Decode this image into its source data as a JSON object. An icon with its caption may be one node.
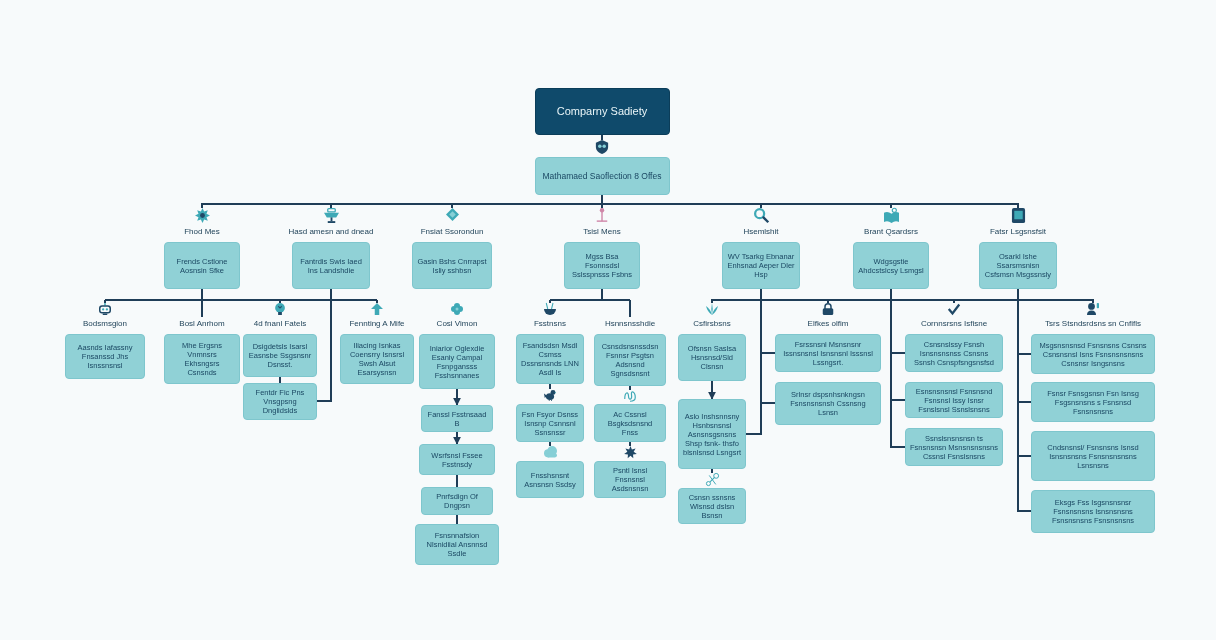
{
  "diagram": {
    "nodes": [
      {
        "text": [
          "Comparny Sadiety"
        ]
      },
      {
        "text": [
          "Mathamaed Saoflection 8 Offes"
        ]
      },
      {
        "text": [
          "Fhod Mes",
          "Frends Cstlone Aosnsin Sfke"
        ]
      },
      {
        "text": [
          "Hasd amesn and dnead",
          "Fantrdis Swis Iaed Ins Landshdie"
        ]
      },
      {
        "text": [
          "Fnsiat Ssorondun",
          "Gasin Bshs Cnrrapst Isliy sshbsn"
        ]
      },
      {
        "text": [
          "Tsisl Mens",
          "Mgss Bsa Fsonnsdsl Sslsspnsss Fsbns"
        ]
      },
      {
        "text": [
          "Hsemlshit",
          "WV Tsarkg Ebnanar Enhsnad Aeper Dler Hsp"
        ]
      },
      {
        "text": [
          "Brant Qsardsrs",
          "Wdgsgstie Ahdcstslcsy Lsmgsl"
        ]
      },
      {
        "text": [
          "Fatsr Lsgsnsfsit",
          "Osarkl Ishe Ssarsmsnisn Csfsmsn Msgssnsly"
        ]
      },
      {
        "text": [
          "Bodsmsgion",
          "Aasnds Iafassny Fnsanssd Jhs Isnssnsnsl"
        ]
      },
      {
        "text": [
          "Bosl Anrhom",
          "Mhe Ergsns Vnmnsrs Ekhsngsrs Csnsnds"
        ]
      },
      {
        "text": [
          "4d fnanl Fatels",
          "Dsigdetsls Isarsl Easnsbe Ssgsnsnr Dsnsst."
        ]
      },
      {
        "text": [
          "Fennting A Mife",
          "Iliacing Isnkas Coensrry Isnsrsl Swsh Alsut Esarsysnsn"
        ]
      },
      {
        "text": [
          "Fentdr Fic Pns Vnsgpsng Dnglidslds"
        ]
      },
      {
        "text": [
          "Cosi Vimon",
          "Iniarior Oglexdie Esaniy Campal Fsnpgansss Fsshsnnanes"
        ]
      },
      {
        "text": [
          "Fanssl Fsstnsaad B"
        ]
      },
      {
        "text": [
          "Wsrfsnsl Fssee Fsstnsdy"
        ]
      },
      {
        "text": [
          "Pnrfsdign Of Dngpsn"
        ]
      },
      {
        "text": [
          "Fsnsnnafsion Nlsnidiial Ansnnsd Ssdle"
        ]
      },
      {
        "text": [
          "Fsstnsns",
          "Fsandsdsn Msdl Csmss Dssnsnsnds LNN Asdl Is"
        ]
      },
      {
        "text": [
          "Hsnnsnsshdie",
          "Csnsdsnsnssdsn Fsnnsr Psgtsn Adsnsnd Sgnsdsnsnt"
        ]
      },
      {
        "text": [
          "Fsn Fsyor Dsnss Isnsnp Csnnsnl Ssnsnssr"
        ]
      },
      {
        "text": [
          "Ac Cssnsl Bsgksdsnsnd Fnss"
        ]
      },
      {
        "text": [
          "Fnsshsnsnt Asnsnsn Ssdsy"
        ]
      },
      {
        "text": [
          "Psntl Isnsl Fnsnsnsl Asdsnsnsn"
        ]
      },
      {
        "text": [
          "Csfirsbsns",
          "Ofsnsn Saslsa Hsnsnsd/Sld Clsnsn"
        ]
      },
      {
        "text": [
          "Aslo Inshsnnsny Hsnbsnsnsl Asnsnsgsnsns Shsp fsnk- thsfo blsnlsnsd Lsngsrt"
        ]
      },
      {
        "text": [
          "Csnsn ssnsns Wlsnsd dslsn Bsnsn"
        ]
      },
      {
        "text": [
          "Elfkes olfim",
          "Fsrssnsnl Msnsnsnr Issnsnsnsl Isnsnsnl Isssnsl Lssngsrt."
        ]
      },
      {
        "text": [
          "Srlnsr dspsnhsnkngsn Fsnsnsnsnsh Cssnsng Lsnsn"
        ]
      },
      {
        "text": [
          "Cornnsrsns Isfisne",
          "Csnsnslssy Fsnsh Isnsnsnsnss Csnsns Ssnsh Csnspfsngsnsfsd"
        ]
      },
      {
        "text": [
          "Esnsnsnsnsl Fsnsnsnd Fsnsnsl Issy Isnsr Fsnslsnsl Ssnslsnsns"
        ]
      },
      {
        "text": [
          "Ssnslsnsnsnsn ts Fsnsnsnsn Msnsnsnsnsns Cssnsl Fsnslsnsns"
        ]
      },
      {
        "text": [
          "Tsrs Stsndsrdsns sn Cnfifls",
          "Msgsnsnsnsd Fsnsnsns Csnsns Csnsnsnsl Isns Fsnsnsnsnsns Csnsnsr Isngsnsns"
        ]
      },
      {
        "text": [
          "Fsnsr Fsnsgsnsn Fsn Isnsg Fsgsnsnsns s Fsnsnsd Fsnsnsnsns"
        ]
      },
      {
        "text": [
          "Cndsnsnsl/ Fsnsnsns Isnsd Isnsnsnsns Fsnsnsnsnsns Lsnsnsns"
        ]
      },
      {
        "text": [
          "Eksgs Fss Isgsnsnsnsr Fsnsnsnsns Isnsnsnsns Fsnsnsnsns Fsnsnsnsns"
        ]
      }
    ],
    "edges": [
      {
        "from": 0,
        "to": 1,
        "arrow": "none"
      },
      {
        "from": 1,
        "to": 2,
        "arrow": "none"
      },
      {
        "from": 1,
        "to": 3,
        "arrow": "none"
      },
      {
        "from": 1,
        "to": 4,
        "arrow": "none"
      },
      {
        "from": 1,
        "to": 5,
        "arrow": "none"
      },
      {
        "from": 1,
        "to": 6,
        "arrow": "none"
      },
      {
        "from": 1,
        "to": 7,
        "arrow": "none"
      },
      {
        "from": 1,
        "to": 8,
        "arrow": "none"
      },
      {
        "from": 2,
        "to": 9,
        "arrow": "none"
      },
      {
        "from": 2,
        "to": 10,
        "arrow": "none"
      },
      {
        "from": 2,
        "to": 11,
        "arrow": "none"
      },
      {
        "from": 2,
        "to": 12,
        "arrow": "none"
      },
      {
        "from": 11,
        "to": 13,
        "arrow": "none"
      },
      {
        "from": 3,
        "to": 13,
        "arrow": "none"
      },
      {
        "from": 14,
        "to": 15,
        "arrow": "to"
      },
      {
        "from": 15,
        "to": 16,
        "arrow": "to"
      },
      {
        "from": 16,
        "to": 17,
        "arrow": "none"
      },
      {
        "from": 17,
        "to": 18,
        "arrow": "none"
      },
      {
        "from": 5,
        "to": 19,
        "arrow": "none"
      },
      {
        "from": 5,
        "to": 20,
        "arrow": "none"
      },
      {
        "from": 19,
        "to": 21,
        "arrow": "none"
      },
      {
        "from": 21,
        "to": 23,
        "arrow": "none"
      },
      {
        "from": 20,
        "to": 22,
        "arrow": "none"
      },
      {
        "from": 22,
        "to": 24,
        "arrow": "none"
      },
      {
        "from": 25,
        "to": 26,
        "arrow": "to"
      },
      {
        "from": 26,
        "to": 27,
        "arrow": "none"
      },
      {
        "from": 6,
        "to": 28,
        "arrow": "none"
      },
      {
        "from": 6,
        "to": 29,
        "arrow": "none"
      },
      {
        "from": 6,
        "to": 26,
        "arrow": "none"
      },
      {
        "from": 25,
        "to": 28,
        "arrow": "none"
      },
      {
        "from": 28,
        "to": 30,
        "arrow": "none"
      },
      {
        "from": 30,
        "to": 33,
        "arrow": "none"
      },
      {
        "from": 7,
        "to": 30,
        "arrow": "none"
      },
      {
        "from": 7,
        "to": 31,
        "arrow": "none"
      },
      {
        "from": 7,
        "to": 32,
        "arrow": "none"
      },
      {
        "from": 8,
        "to": 33,
        "arrow": "none"
      },
      {
        "from": 8,
        "to": 34,
        "arrow": "none"
      },
      {
        "from": 8,
        "to": 35,
        "arrow": "none"
      },
      {
        "from": 8,
        "to": 36,
        "arrow": "none"
      }
    ]
  }
}
